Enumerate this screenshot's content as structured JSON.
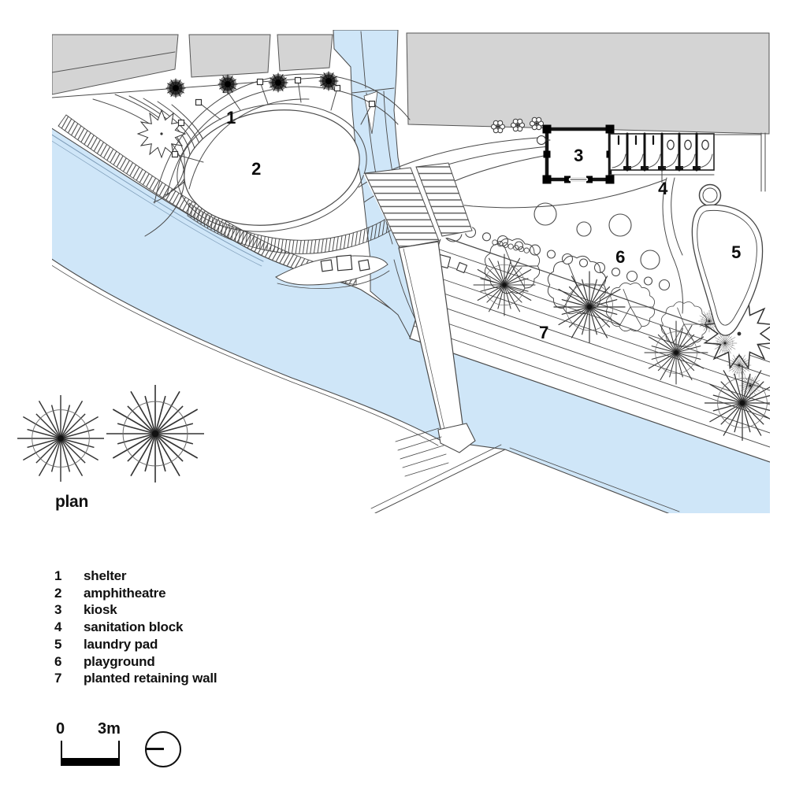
{
  "title": "plan",
  "plan": {
    "markers": [
      "1",
      "2",
      "3",
      "4",
      "5",
      "6",
      "7"
    ]
  },
  "legend": {
    "items": [
      {
        "num": "1",
        "label": "shelter"
      },
      {
        "num": "2",
        "label": "amphitheatre"
      },
      {
        "num": "3",
        "label": "kiosk"
      },
      {
        "num": "4",
        "label": "sanitation block"
      },
      {
        "num": "5",
        "label": "laundry pad"
      },
      {
        "num": "6",
        "label": "playground"
      },
      {
        "num": "7",
        "label": "planted retaining wall"
      }
    ]
  },
  "scale_bar": {
    "zero": "0",
    "end": "3m"
  },
  "colors": {
    "water": "#cfe6f8",
    "building": "#d4d4d4",
    "line": "#4a4a4a",
    "text": "#111111"
  }
}
